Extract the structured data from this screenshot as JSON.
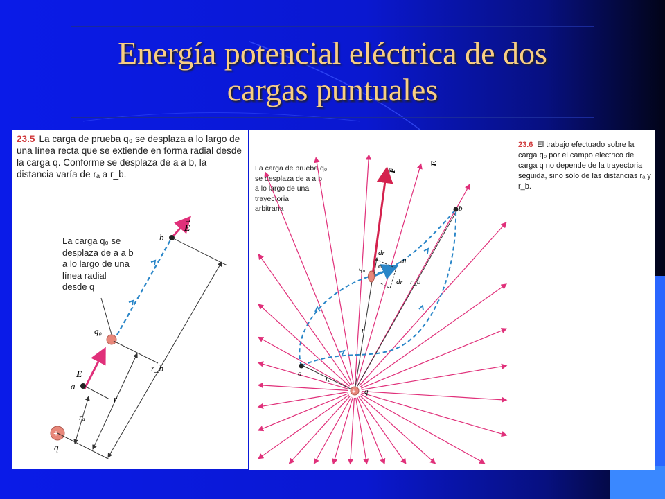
{
  "slide": {
    "title_line1": "Energía potencial eléctrica de dos",
    "title_line2": "cargas puntuales"
  },
  "figure_left": {
    "number": "23.5",
    "caption": "La carga de prueba q₀ se desplaza a lo largo de una línea recta que se extiende en forma radial desde la carga q. Conforme se desplaza de a a b, la distancia varía de rₐ a r_b.",
    "note_lines": [
      "La carga q₀ se",
      "desplaza de a a b",
      "a lo largo de una",
      "línea radial",
      "desde q"
    ],
    "labels": {
      "E_top": "E",
      "E_bottom": "E",
      "b": "b",
      "a": "a",
      "q0": "q₀",
      "q": "q",
      "r": "r",
      "ra": "rₐ",
      "rb": "r_b",
      "plus": "+"
    }
  },
  "figure_right": {
    "number": "23.6",
    "caption": "El trabajo efectuado sobre la carga q₀ por el campo eléctrico de carga q no depende de la trayectoria seguida, sino sólo de las distancias rₐ y r_b.",
    "note_lines": [
      "La carga de prueba q₀",
      "se desplaza de a a b",
      "a lo largo de una",
      "trayectoria",
      "arbitraria"
    ],
    "labels": {
      "F": "F",
      "E": "E",
      "dr_vec": "dr",
      "dl": "dl",
      "phi": "φ",
      "dr": "dr",
      "rb": "r_b",
      "r": "r",
      "ra": "rₐ",
      "q0": "q₀",
      "a": "a",
      "b": "b",
      "q": "q"
    }
  },
  "colors": {
    "field": "#e0307a",
    "path": "#2a86c8",
    "charge": "#e8877a",
    "title": "#f8ce84",
    "figure_number": "#d0393b"
  }
}
